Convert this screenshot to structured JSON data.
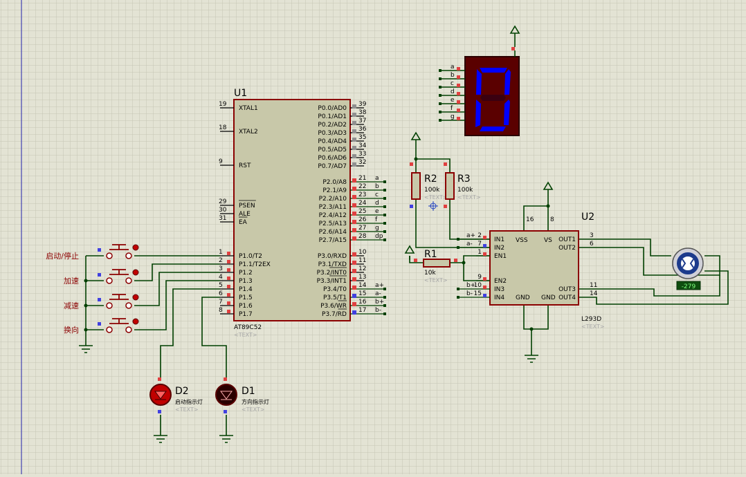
{
  "u1": {
    "ref": "U1",
    "part": "AT89C52",
    "text": "<TEXT>",
    "left_pins": [
      {
        "num": "19",
        "name": "XTAL1"
      },
      {
        "num": "18",
        "name": "XTAL2"
      },
      {
        "num": "9",
        "name": "RST"
      },
      {
        "num": "29",
        "name": "PSEN"
      },
      {
        "num": "30",
        "name": "ALE"
      },
      {
        "num": "31",
        "name": "EA"
      },
      {
        "num": "1",
        "name": "P1.0/T2"
      },
      {
        "num": "2",
        "name": "P1.1/T2EX"
      },
      {
        "num": "3",
        "name": "P1.2"
      },
      {
        "num": "4",
        "name": "P1.3"
      },
      {
        "num": "5",
        "name": "P1.4"
      },
      {
        "num": "6",
        "name": "P1.5"
      },
      {
        "num": "7",
        "name": "P1.6"
      },
      {
        "num": "8",
        "name": "P1.7"
      }
    ],
    "right_pins": [
      {
        "num": "39",
        "name": "P0.0/AD0"
      },
      {
        "num": "38",
        "name": "P0.1/AD1"
      },
      {
        "num": "37",
        "name": "P0.2/AD2"
      },
      {
        "num": "36",
        "name": "P0.3/AD3"
      },
      {
        "num": "35",
        "name": "P0.4/AD4"
      },
      {
        "num": "34",
        "name": "P0.5/AD5"
      },
      {
        "num": "33",
        "name": "P0.6/AD6"
      },
      {
        "num": "32",
        "name": "P0.7/AD7"
      },
      {
        "num": "21",
        "name": "P2.0/A8",
        "net": "a"
      },
      {
        "num": "22",
        "name": "P2.1/A9",
        "net": "b"
      },
      {
        "num": "23",
        "name": "P2.2/A10",
        "net": "c"
      },
      {
        "num": "24",
        "name": "P2.3/A11",
        "net": "d"
      },
      {
        "num": "25",
        "name": "P2.4/A12",
        "net": "e"
      },
      {
        "num": "26",
        "name": "P2.5/A13",
        "net": "f"
      },
      {
        "num": "27",
        "name": "P2.6/A14",
        "net": "g"
      },
      {
        "num": "28",
        "name": "P2.7/A15",
        "net": "dp"
      },
      {
        "num": "10",
        "name": "P3.0/RXD"
      },
      {
        "num": "11",
        "name": "P3.1/TXD"
      },
      {
        "num": "12",
        "name": "P3.2/INT0"
      },
      {
        "num": "13",
        "name": "P3.3/INT1"
      },
      {
        "num": "14",
        "name": "P3.4/T0",
        "net": "a+"
      },
      {
        "num": "15",
        "name": "P3.5/T1",
        "net": "a-"
      },
      {
        "num": "16",
        "name": "P3.6/WR",
        "net": "b+"
      },
      {
        "num": "17",
        "name": "P3.7/RD",
        "net": "b-"
      }
    ]
  },
  "buttons": [
    {
      "label": "启动/停止"
    },
    {
      "label": "加速"
    },
    {
      "label": "减速"
    },
    {
      "label": "换向"
    }
  ],
  "leds": [
    {
      "ref": "D2",
      "label": "启动指示灯",
      "text": "<TEXT>"
    },
    {
      "ref": "D1",
      "label": "方向指示灯",
      "text": "<TEXT>"
    }
  ],
  "seg": {
    "pins": [
      "a",
      "b",
      "c",
      "d",
      "e",
      "f",
      "g"
    ]
  },
  "resistors": [
    {
      "ref": "R2",
      "value": "100k",
      "text": "<TEXT>"
    },
    {
      "ref": "R3",
      "value": "100k",
      "text": "<TEXT>"
    },
    {
      "ref": "R1",
      "value": "10k",
      "text": "<TEXT>"
    }
  ],
  "u2": {
    "ref": "U2",
    "part": "L293D",
    "text": "<TEXT>",
    "left_pins": [
      {
        "num": "2",
        "name": "IN1",
        "net": "a+"
      },
      {
        "num": "7",
        "name": "IN2",
        "net": "a-"
      },
      {
        "num": "1",
        "name": "EN1"
      },
      {
        "num": "9",
        "name": "EN2"
      },
      {
        "num": "10",
        "name": "IN3",
        "net": "b+"
      },
      {
        "num": "15",
        "name": "IN4",
        "net": "b-"
      }
    ],
    "top_labels": [
      "VSS",
      "VS"
    ],
    "top_pins": [
      "16",
      "8"
    ],
    "bottom_labels": [
      "GND",
      "GND"
    ],
    "right_pins": [
      {
        "num": "3",
        "name": "OUT1"
      },
      {
        "num": "6",
        "name": "OUT2"
      },
      {
        "num": "11",
        "name": "OUT3"
      },
      {
        "num": "14",
        "name": "OUT4"
      }
    ]
  },
  "motor": {
    "readout": "-279"
  },
  "colors": {
    "wire": "#004000",
    "outline": "#8b0000",
    "body": "#c8c8a9",
    "seg_on": "#0000ff"
  }
}
